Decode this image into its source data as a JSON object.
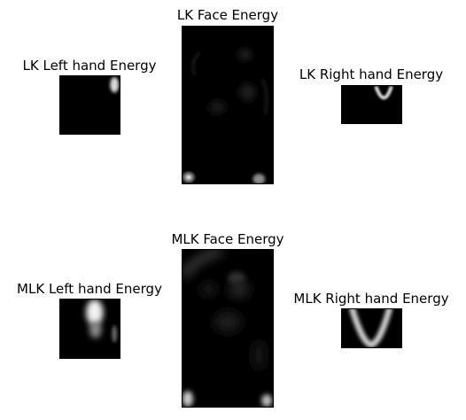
{
  "lk": {
    "face_title": "LK Face Energy",
    "left_hand_title": "LK Left hand Energy",
    "right_hand_title": "LK Right hand Energy"
  },
  "mlk": {
    "face_title": "MLK Face Energy",
    "left_hand_title": "MLK Left hand Energy",
    "right_hand_title": "MLK Right hand Energy"
  },
  "colors": {
    "background": "#000000",
    "highlight": "#ffffff"
  }
}
